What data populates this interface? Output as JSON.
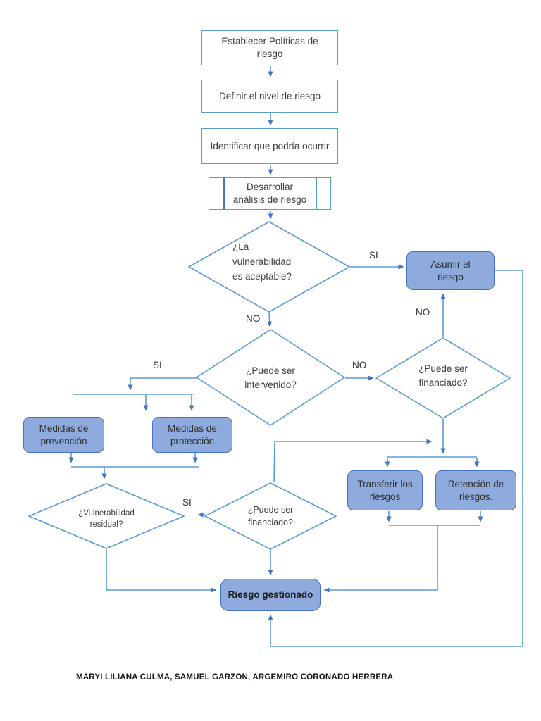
{
  "page": {
    "footer": "MARYI LILIANA CULMA, SAMUEL GARZON, ARGEMIRO CORONADO HERRERA"
  },
  "colors": {
    "connector_line": "#5B9BD5",
    "arrowhead": "#4472C4",
    "process_fill": "#ffffff",
    "process_border": "#5B9BD5",
    "action_fill": "#8FAADC",
    "action_border": "#4472C4",
    "text": "#3d3d3d"
  },
  "nodes": {
    "establecer": {
      "type": "process",
      "label": "Establecer Políticas de\nriesgo"
    },
    "definir": {
      "type": "process",
      "label": "Definir el nivel de riesgo"
    },
    "identificar": {
      "type": "process",
      "label": "Identificar que podría ocurrir"
    },
    "desarrollar": {
      "type": "predefined-process",
      "label": "Desarrollar\nanálisis de riesgo"
    },
    "vulnerabilidad_aceptable": {
      "type": "decision",
      "label": "¿La\nvulnerabilidad\nes aceptable?"
    },
    "asumir": {
      "type": "action",
      "label": "Asumir el\nriesgo"
    },
    "intervenido": {
      "type": "decision",
      "label": "¿Puede ser\nintervenido?"
    },
    "financiado_superior": {
      "type": "decision",
      "label": "¿Puede ser\nfinanciado?"
    },
    "prevencion": {
      "type": "action",
      "label": "Medidas de\nprevención"
    },
    "proteccion": {
      "type": "action",
      "label": "Medidas de\nprotección"
    },
    "vulnerabilidad_residual": {
      "type": "decision",
      "label": "¿Vulnerabilidad\nresidual?"
    },
    "financiado_inferior": {
      "type": "decision",
      "label": "¿Puede ser\nfinanciado?"
    },
    "transferir": {
      "type": "action",
      "label": "Transferir los\nriesgos"
    },
    "retencion": {
      "type": "action",
      "label": "Retención de\nriesgos."
    },
    "gestionado": {
      "type": "terminal",
      "label": "Riesgo gestionado"
    }
  },
  "edge_labels": {
    "si_aceptable": "SI",
    "no_aceptable": "NO",
    "no_intervenido": "NO",
    "no_financiado": "NO",
    "si_intervenido": "SI",
    "si_residual": "SI"
  }
}
